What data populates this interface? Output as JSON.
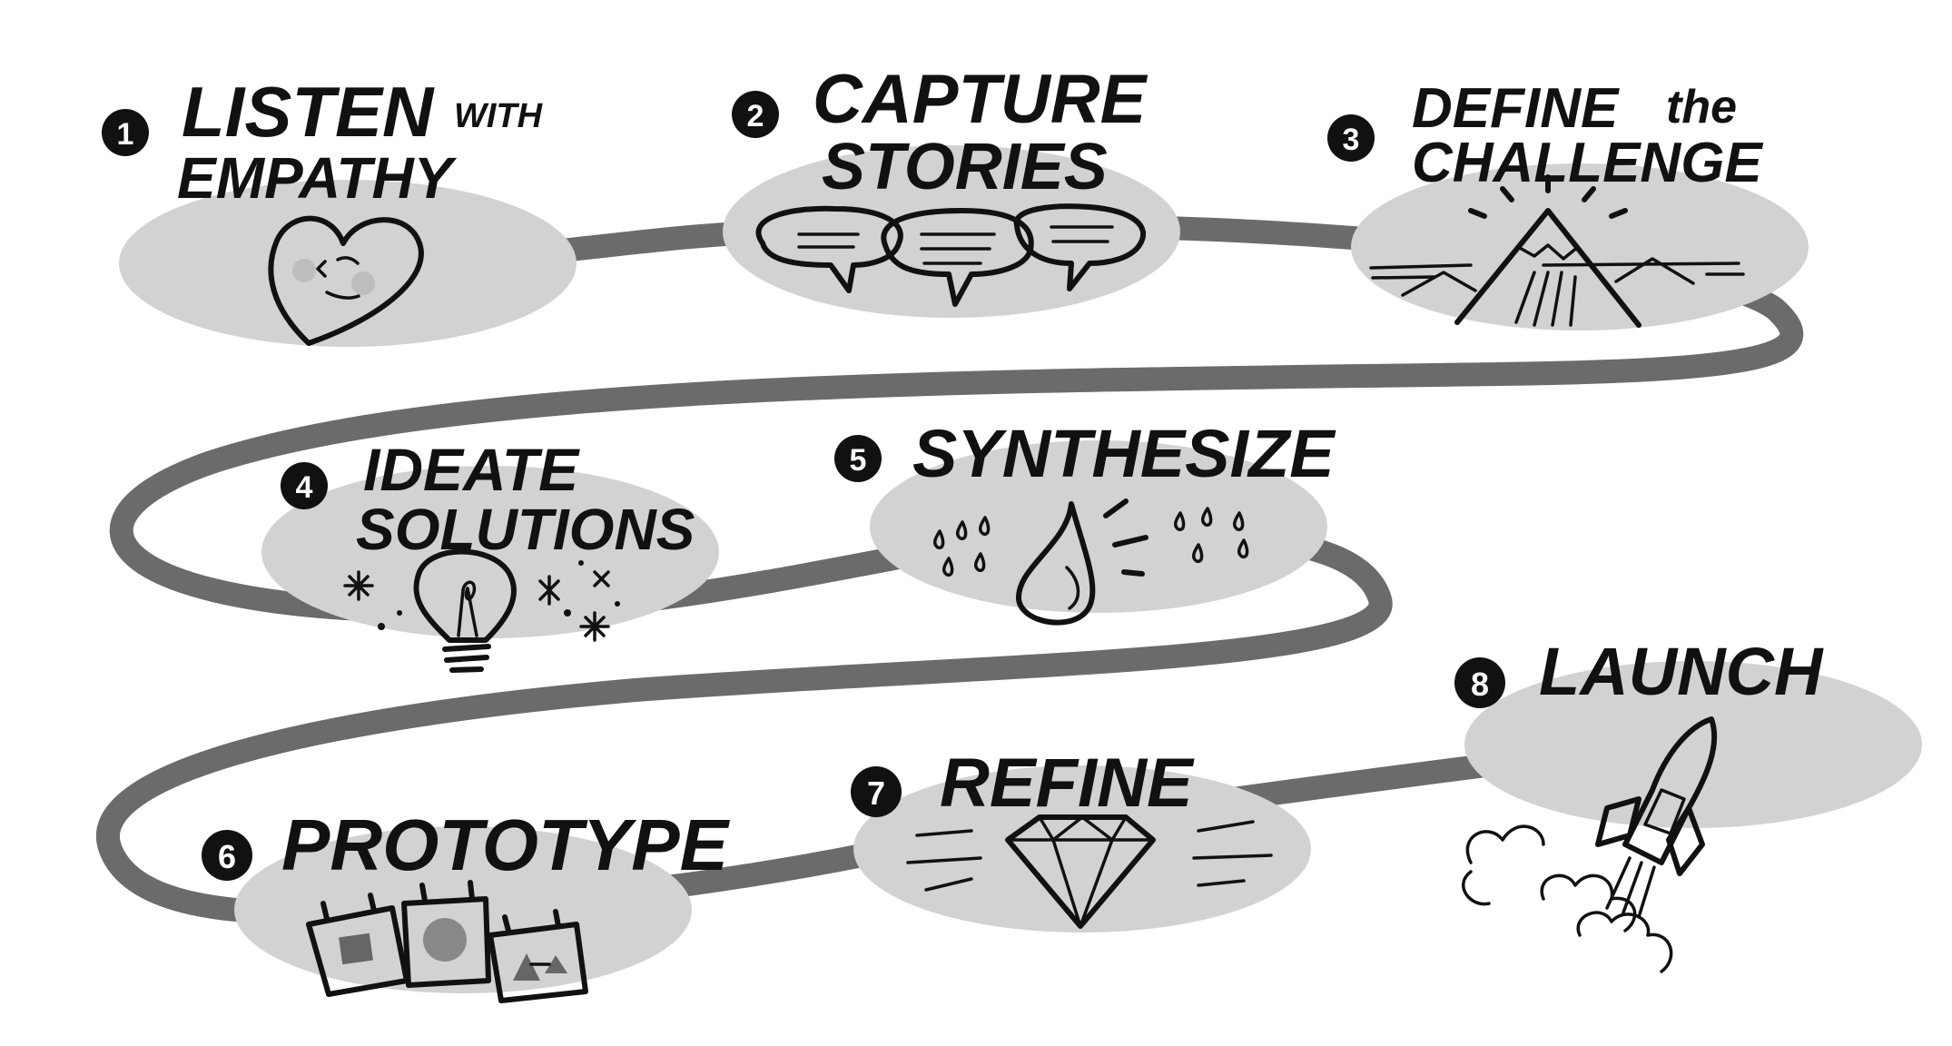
{
  "colors": {
    "ink": "#111111",
    "path": "#6b6b6b",
    "blob": "#d2d2d2",
    "paper": "#ffffff"
  },
  "steps": [
    {
      "number": "1",
      "title": "LISTEN",
      "title_small": "WITH",
      "title_line2": "EMPATHY",
      "icon": "heart-icon"
    },
    {
      "number": "2",
      "title": "CAPTURE",
      "title_line2": "STORIES",
      "icon": "speech-bubbles-icon"
    },
    {
      "number": "3",
      "title": "DEFINE",
      "title_small": "the",
      "title_line2": "CHALLENGE",
      "icon": "mountain-icon"
    },
    {
      "number": "4",
      "title": "IDEATE",
      "title_line2": "SOLUTIONS",
      "icon": "lightbulb-icon"
    },
    {
      "number": "5",
      "title": "SYNTHESIZE",
      "icon": "drops-icon"
    },
    {
      "number": "6",
      "title": "PROTOTYPE",
      "icon": "prototype-cards-icon"
    },
    {
      "number": "7",
      "title": "REFINE",
      "icon": "diamond-icon"
    },
    {
      "number": "8",
      "title": "LAUNCH",
      "icon": "rocket-icon"
    }
  ]
}
